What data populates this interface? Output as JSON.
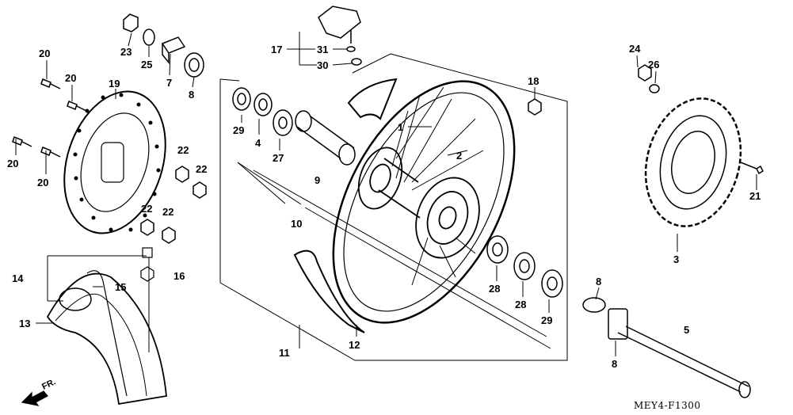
{
  "diagram": {
    "figure_code": "MEY4-F1300",
    "direction_label": "FR.",
    "callouts": [
      "1",
      "2",
      "3",
      "4",
      "5",
      "7",
      "8",
      "8",
      "8",
      "9",
      "10",
      "11",
      "12",
      "13",
      "14",
      "15",
      "16",
      "17",
      "18",
      "19",
      "20",
      "20",
      "20",
      "20",
      "21",
      "22",
      "22",
      "22",
      "22",
      "23",
      "24",
      "25",
      "26",
      "27",
      "28",
      "28",
      "29",
      "29",
      "30",
      "31"
    ]
  }
}
